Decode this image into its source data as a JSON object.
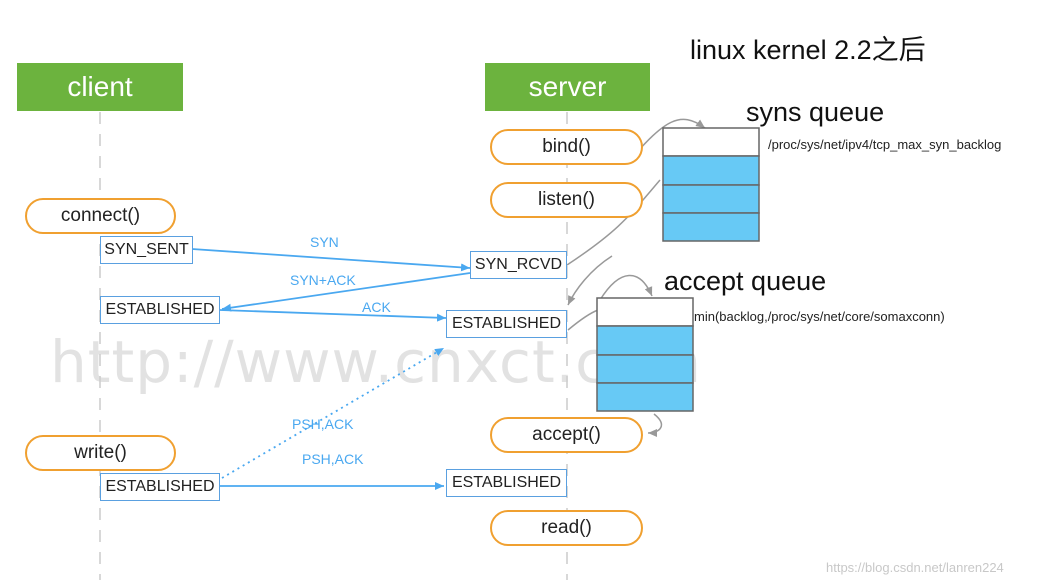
{
  "title": "linux  kernel 2.2之后",
  "client": {
    "header": "client",
    "connect": "connect()",
    "write": "write()",
    "syn_sent": "SYN_SENT",
    "established1": "ESTABLISHED",
    "established2": "ESTABLISHED"
  },
  "server": {
    "header": "server",
    "bind": "bind()",
    "listen": "listen()",
    "accept": "accept()",
    "read": "read()",
    "syn_rcvd": "SYN_RCVD",
    "established1": "ESTABLISHED",
    "established2": "ESTABLISHED"
  },
  "messages": {
    "syn": "SYN",
    "syn_ack": "SYN+ACK",
    "ack": "ACK",
    "psh_ack_dotted": "PSH,ACK",
    "psh_ack": "PSH,ACK"
  },
  "syns_queue": {
    "label": "syns queue",
    "path": "/proc/sys/net/ipv4/tcp_max_syn_backlog"
  },
  "accept_queue": {
    "label": "accept queue",
    "formula": "min(backlog,/proc/sys/net/core/somaxconn)"
  },
  "watermark": "http://www.cnxct.com",
  "credit": "https://blog.csdn.net/lanren224",
  "colors": {
    "header_green": "#6cb33e",
    "pill_orange": "#f0a030",
    "arrow_blue": "#4aa8f0",
    "queue_cyan": "#67c9f5"
  }
}
